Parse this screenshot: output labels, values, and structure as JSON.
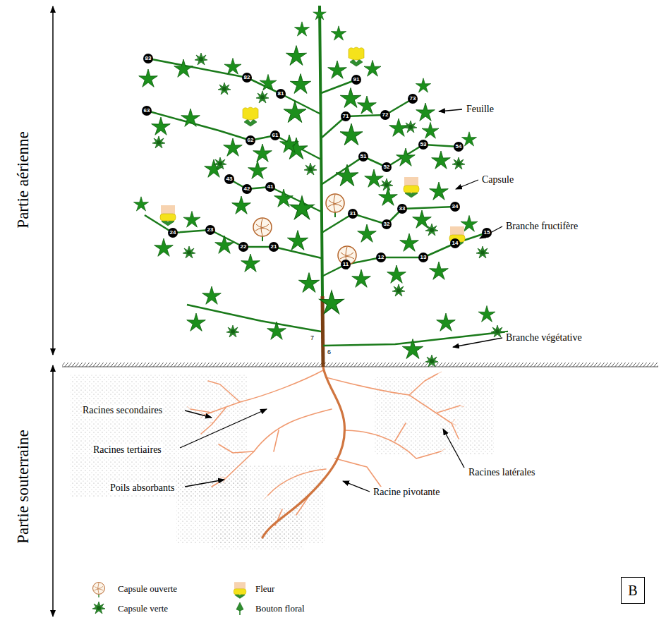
{
  "diagram": {
    "nodes": [
      {
        "text": [
          "B"
        ]
      }
    ],
    "labels": [
      "Partie aérienne",
      "Partie souterraine",
      "Feuille",
      "Capsule",
      "Branche fructifère",
      "Branche végétative",
      "Racines secondaires",
      "Racines tertiaires",
      "Racines latérales",
      "Poils absorbants",
      "Racine pivotante",
      "83",
      "82",
      "81",
      "91",
      "73",
      "71",
      "72",
      "63",
      "62",
      "61",
      "53",
      "54",
      "51",
      "52",
      "43",
      "42",
      "41",
      "33",
      "34",
      "31",
      "32",
      "24",
      "23",
      "22",
      "21",
      "11",
      "12",
      "13",
      "14",
      "15",
      "7",
      "6"
    ],
    "legend": [
      {
        "text": "Capsule ouverte"
      },
      {
        "text": "Fleur"
      },
      {
        "text": "Capsule verte"
      },
      {
        "text": "Bouton floral"
      }
    ]
  }
}
